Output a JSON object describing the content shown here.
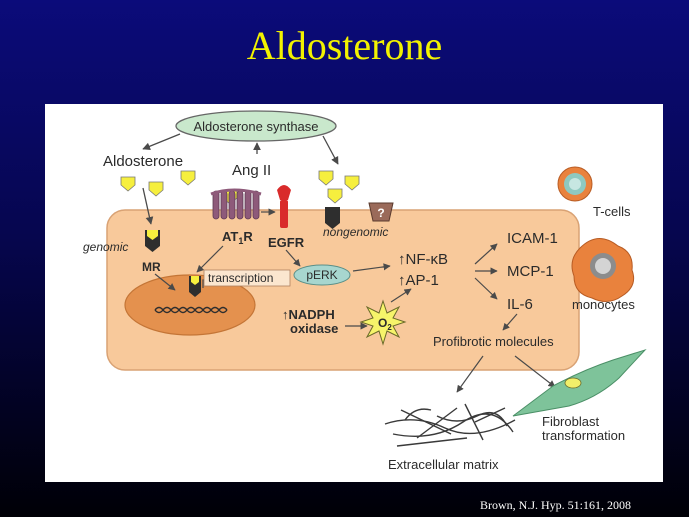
{
  "slide": {
    "title": "Aldosterone",
    "citation": "Brown, N.J. Hyp. 51:161,  2008"
  },
  "diagram": {
    "aldosterone_synthase": "Aldosterone synthase",
    "aldosterone": "Aldosterone",
    "ang_ii": "Ang II",
    "genomic": "genomic",
    "nongenomic": "nongenomic",
    "mr": "MR",
    "at1r_main": "AT",
    "at1r_sub": "1",
    "at1r_end": "R",
    "egfr": "EGFR",
    "unknown_receptor": "?",
    "transcription": "transcription",
    "perk": "pERK",
    "nfkb_prefix": "↑NF-",
    "nfkb_kappa": "κ",
    "nfkb_suffix": "B",
    "ap1": "↑AP-1",
    "nadph_line1": "↑NADPH",
    "nadph_line2": "oxidase",
    "o2_main": "O",
    "o2_sub": "2",
    "icam1": "ICAM-1",
    "mcp1": "MCP-1",
    "il6": "IL-6",
    "profibrotic": "Profibrotic molecules",
    "tcells": "T-cells",
    "monocytes": "monocytes",
    "fibroblast_line1": "Fibroblast",
    "fibroblast_line2": "transformation",
    "ecm": "Extracellular matrix"
  },
  "colors": {
    "cell": "#f8c99b",
    "nucleus": "#e4914e",
    "receptor_yellow": "#f6ef3e",
    "at1r_purple": "#8e5a7a",
    "egfr_red": "#d92b2b",
    "synthase_fill": "#c9e8cc",
    "perk_fill": "#a7d6cf",
    "fibroblast_fill": "#7ec39a",
    "o2_star": "#f6f46a"
  }
}
